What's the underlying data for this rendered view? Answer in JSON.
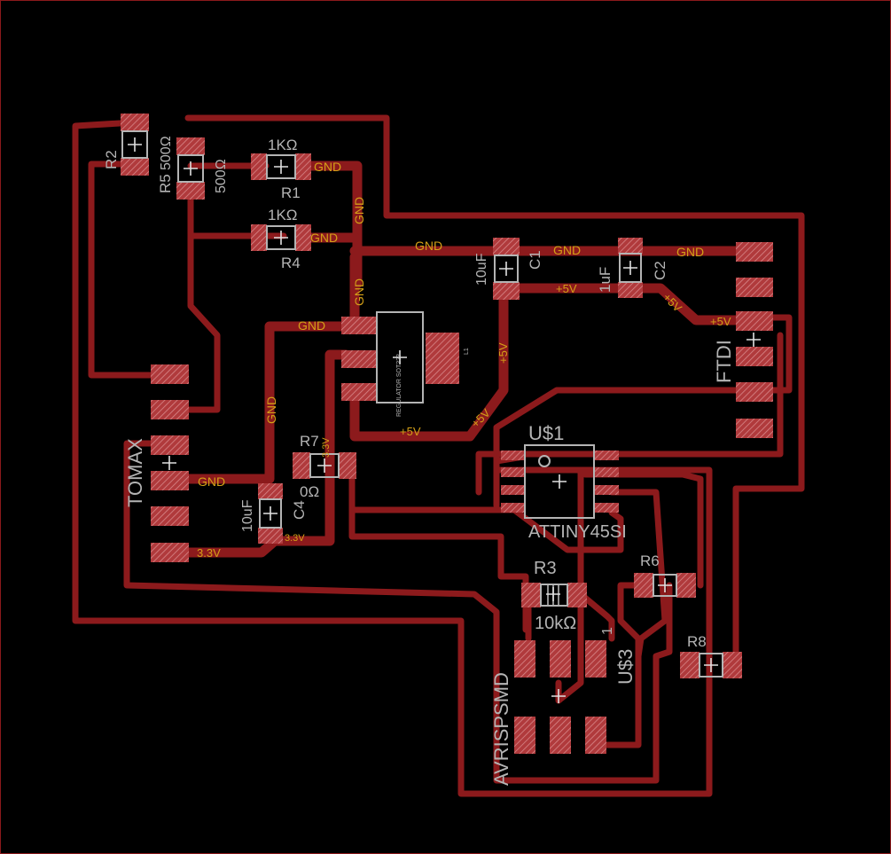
{
  "colors": {
    "background": "#000000",
    "trace": "#8c1a1c",
    "pad": "#b03a3c",
    "silk": "#b4b4b4",
    "net_label": "#d4a017",
    "border": "#8c1a1c"
  },
  "components": {
    "r1": {
      "name": "R1",
      "value": "1KΩ"
    },
    "r2": {
      "name": "R2",
      "value": "500Ω"
    },
    "r3": {
      "name": "R3",
      "value": "10kΩ"
    },
    "r4": {
      "name": "R4",
      "value": "1KΩ"
    },
    "r5": {
      "name": "R5",
      "value": "500Ω"
    },
    "r6": {
      "name": "R6"
    },
    "r7": {
      "name": "R7",
      "value": "0Ω"
    },
    "r8": {
      "name": "R8"
    },
    "c1": {
      "name": "C1",
      "value": "10uF"
    },
    "c2": {
      "name": "C2",
      "value": "1uF"
    },
    "c4": {
      "name": "C4",
      "value": "10uF"
    },
    "u1": {
      "name": "U$1",
      "value": "ATTINY45SI"
    },
    "u3": {
      "name": "U$3",
      "value": "AVRISPSMD",
      "pin1": "1"
    },
    "ftdi": {
      "name": "FTDI"
    },
    "tomax": {
      "name": "TOMAX"
    },
    "regulator": {
      "text": "REGULATOR SOT223",
      "tab": "L1"
    }
  },
  "nets": {
    "gnd": "GND",
    "p5v": "+5V",
    "p33v": "3.3V"
  }
}
